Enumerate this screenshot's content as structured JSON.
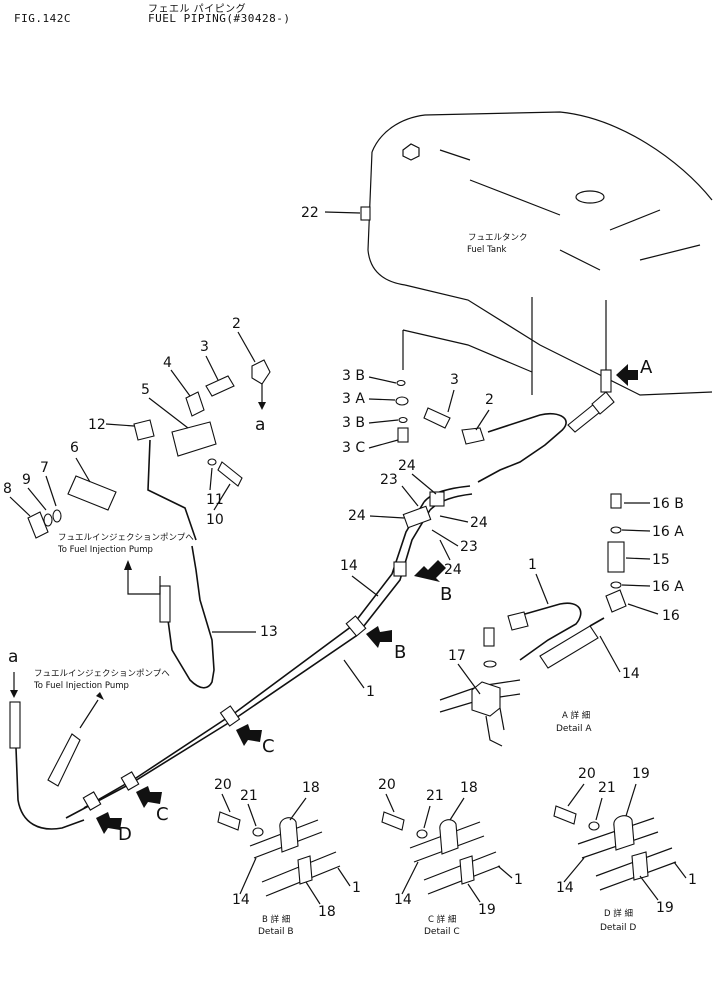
{
  "header": {
    "fig_no": "FIG.142C",
    "title_jp": "フェエル パイピング",
    "title": "FUEL PIPING(#30428-)"
  },
  "tank": {
    "label_jp": "フュエルタンク",
    "label": "Fuel  Tank"
  },
  "pump_note_1": {
    "jp": "フュエルインジェクションポンプへ",
    "en": "To Fuel Injection Pump"
  },
  "pump_note_2": {
    "jp": "フュエルインジェクションポンプへ",
    "en": "To Fuel Injection Pump"
  },
  "refs": {
    "a_top": "a",
    "a_left": "a"
  },
  "views": {
    "A": "A",
    "B1": "B",
    "B2": "B",
    "C1": "C",
    "C2": "C",
    "D": "D"
  },
  "details": {
    "A": {
      "jp": "A 詳 細",
      "en": "Detail A"
    },
    "B": {
      "jp": "B 詳 細",
      "en": "Detail B"
    },
    "C": {
      "jp": "C 詳 細",
      "en": "Detail C"
    },
    "D": {
      "jp": "D 詳 細",
      "en": "Detail D"
    }
  },
  "callouts": {
    "c22": "22",
    "c2a": "2",
    "c3a": "3",
    "c4": "4",
    "c5": "5",
    "c12": "12",
    "c6": "6",
    "c7": "7",
    "c8": "8",
    "c9": "9",
    "c11": "11",
    "c10": "10",
    "c13": "13",
    "c3B1": "3 B",
    "c3A": "3 A",
    "c3B2": "3 B",
    "c3C": "3 C",
    "c3b": "3",
    "c2b": "2",
    "c23a": "23",
    "c24a": "24",
    "c24b": "24",
    "c24c": "24",
    "c23b": "23",
    "c24d": "24",
    "c14a": "14",
    "c1a": "1",
    "c16B": "16 B",
    "c16A1": "16 A",
    "c15": "15",
    "c16A2": "16 A",
    "c16": "16",
    "c1b": "1",
    "c17": "17",
    "c14b": "14",
    "b20": "20",
    "b21": "21",
    "b18a": "18",
    "b14": "14",
    "b18b": "18",
    "b1": "1",
    "cc20": "20",
    "cc21": "21",
    "cc18": "18",
    "cc14": "14",
    "cc19": "19",
    "cc1": "1",
    "d20": "20",
    "d21": "21",
    "d19a": "19",
    "d14": "14",
    "d19b": "19",
    "d1": "1"
  }
}
